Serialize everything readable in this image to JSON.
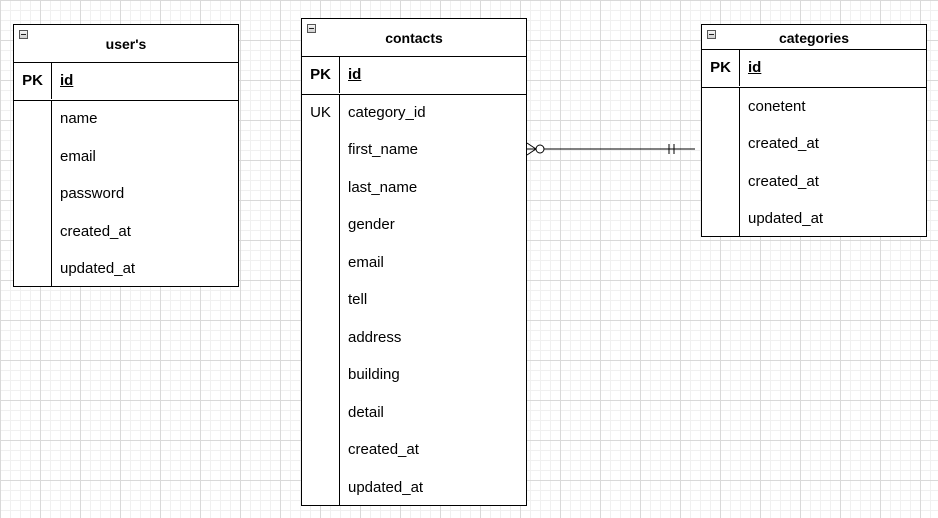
{
  "entities": {
    "users": {
      "title": "user's",
      "pk_label": "PK",
      "pk_field": "id",
      "fields": [
        "name",
        "email",
        "password",
        "created_at",
        "updated_at"
      ]
    },
    "contacts": {
      "title": "contacts",
      "pk_label": "PK",
      "pk_field": "id",
      "uk_label": "UK",
      "fields": [
        "category_id",
        "first_name",
        "last_name",
        "gender",
        "email",
        "tell",
        "address",
        "building",
        "detail",
        "created_at",
        "updated_at"
      ]
    },
    "categories": {
      "title": "categories",
      "pk_label": "PK",
      "pk_field": "id",
      "fields": [
        "conetent",
        "created_at",
        "created_at",
        "updated_at"
      ]
    }
  },
  "relationship": {
    "from": "contacts.first_name",
    "to": "categories",
    "from_cardinality": "zero-or-many",
    "to_cardinality": "exactly-one"
  }
}
